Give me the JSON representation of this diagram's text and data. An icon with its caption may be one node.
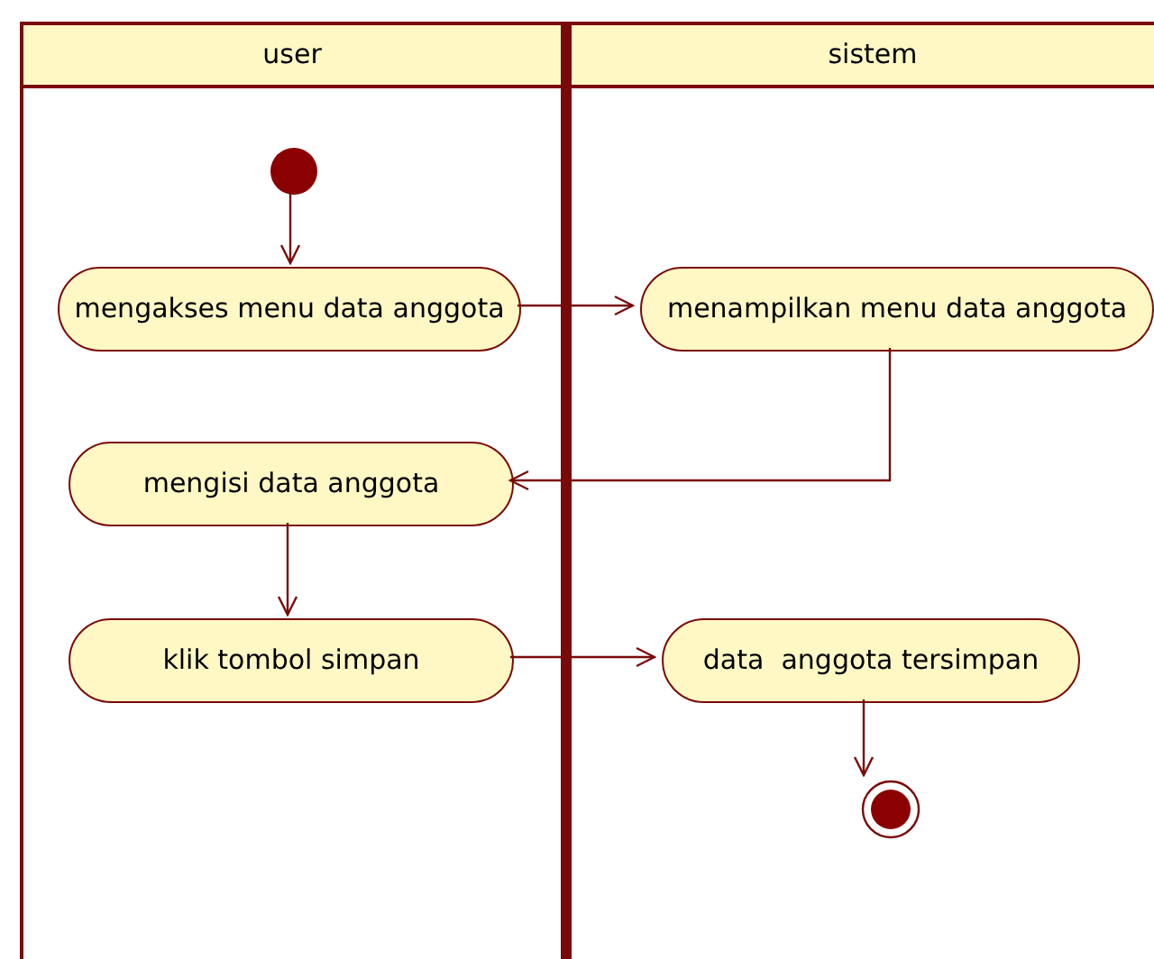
{
  "diagram": {
    "nodes": [
      {
        "text": [
          "user"
        ]
      },
      {
        "text": [
          "sistem"
        ]
      },
      {
        "text": [],
        "shape": "circle",
        "in": 0
      },
      {
        "text": [
          "mengakses menu data anggota"
        ],
        "in": 0
      },
      {
        "text": [
          "menampilkan menu data anggota"
        ],
        "in": 1
      },
      {
        "text": [
          "mengisi data anggota"
        ],
        "in": 0
      },
      {
        "text": [
          "klik tombol simpan"
        ],
        "in": 0
      },
      {
        "text": [
          "data  anggota tersimpan"
        ],
        "in": 1
      },
      {
        "text": [],
        "shape": "circle",
        "in": 1
      }
    ],
    "edges": [
      {
        "from": 2,
        "to": 3,
        "arrow": "to"
      },
      {
        "from": 3,
        "to": 4,
        "arrow": "to"
      },
      {
        "from": 4,
        "to": 5,
        "arrow": "to"
      },
      {
        "from": 5,
        "to": 6,
        "arrow": "to"
      },
      {
        "from": 6,
        "to": 7,
        "arrow": "to"
      },
      {
        "from": 7,
        "to": 8,
        "arrow": "to"
      }
    ]
  }
}
